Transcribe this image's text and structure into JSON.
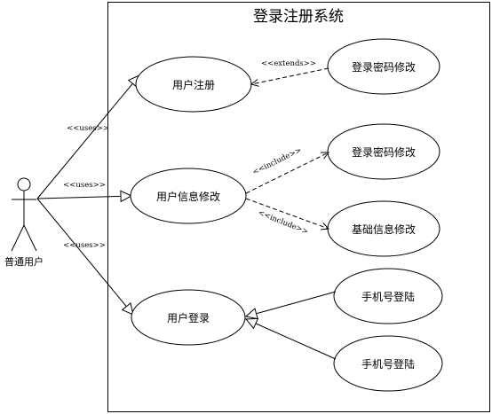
{
  "system": {
    "title": "登录注册系统"
  },
  "actor": {
    "name": "普通用户"
  },
  "use_cases": {
    "register": "用户注册",
    "modify_info": "用户信息修改",
    "login": "用户登录",
    "change_pwd_extend": "登录密码修改",
    "change_pwd_include": "登录密码修改",
    "basic_info": "基础信息修改",
    "phone_login_1": "手机号登陆",
    "phone_login_2": "手机号登陆"
  },
  "relations": {
    "uses_1": "<<uses>>",
    "uses_2": "<<uses>>",
    "uses_3": "<<uses>>",
    "extends": "<<extends>>",
    "include_1": "<<include>>",
    "include_2": "<<include>>"
  }
}
